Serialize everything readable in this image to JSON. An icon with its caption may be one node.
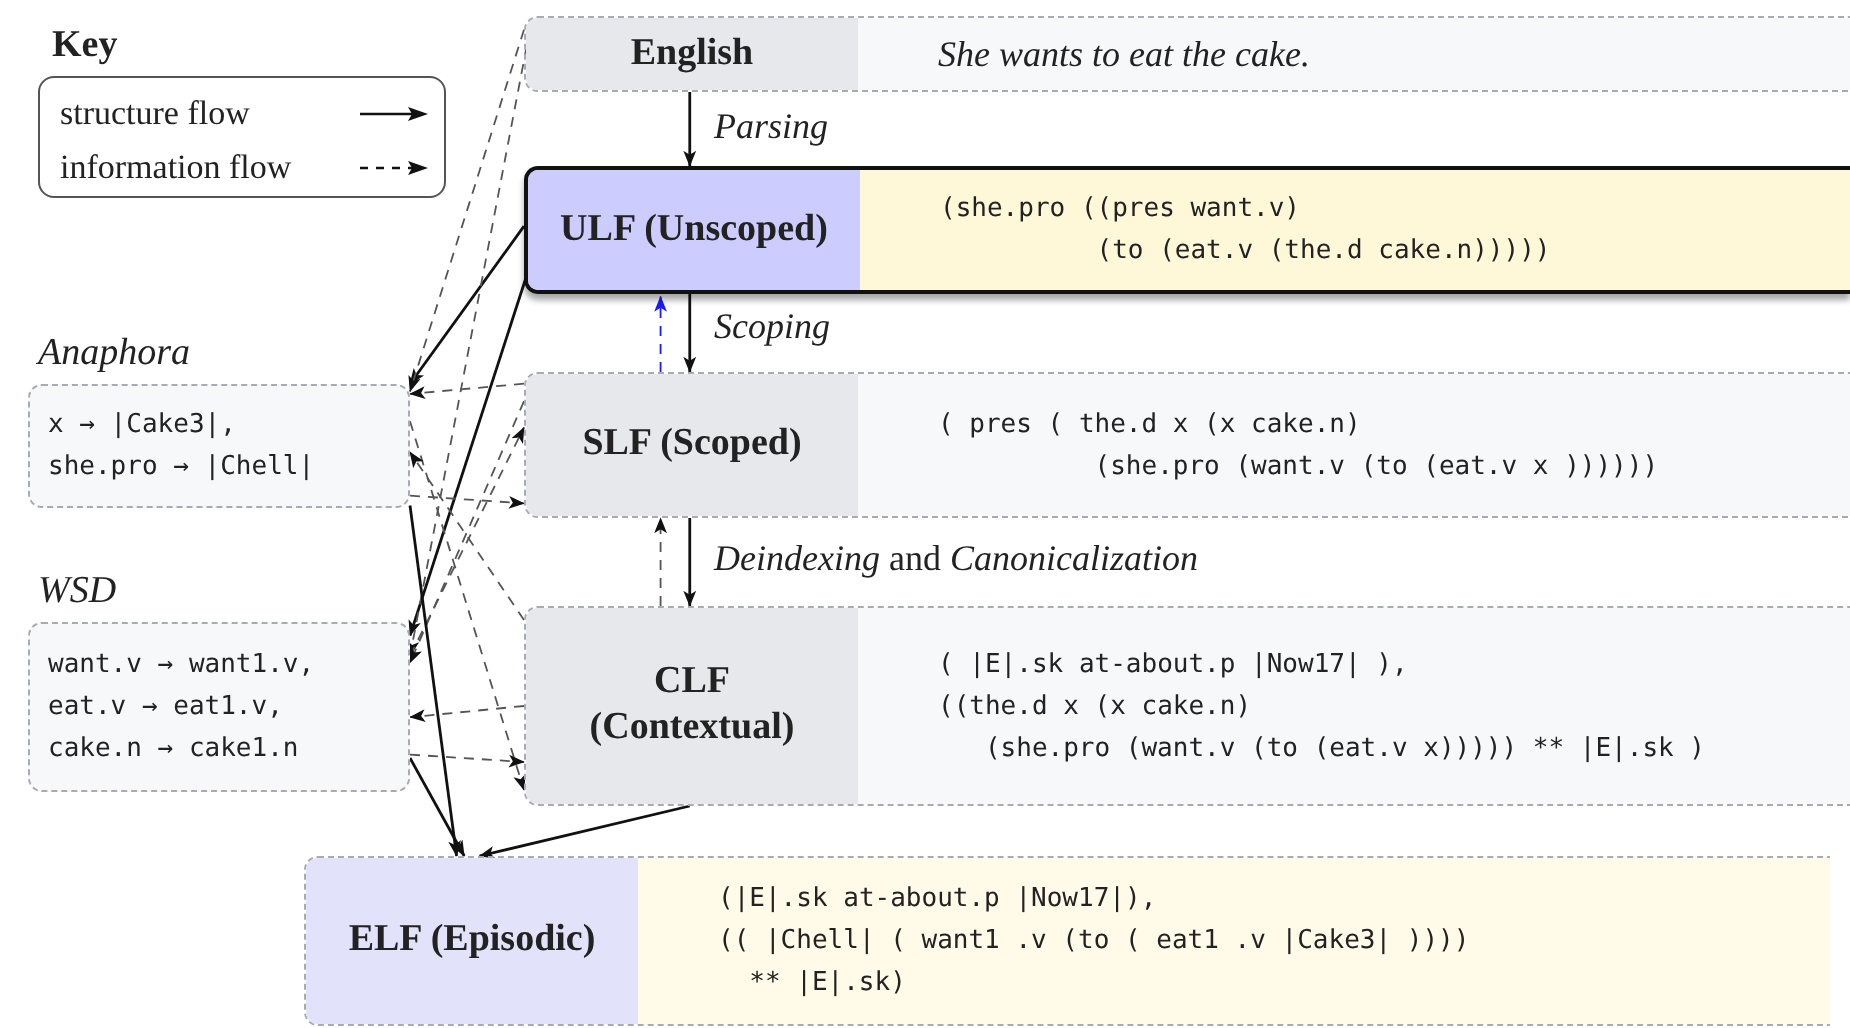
{
  "diagram": {
    "nodes": [
      {
        "text": [
          "English",
          "She wants to eat the cake."
        ]
      },
      {
        "text": [
          "ULF (Unscoped)",
          "(she.pro ((pres want.v)",
          "(to (eat.v (the.d cake.n)))))"
        ]
      },
      {
        "text": [
          "SLF (Scoped)",
          "( pres ( the.d x (x cake.n)",
          "(she.pro (want.v (to (eat.v x ))))))"
        ]
      },
      {
        "text": [
          "CLF (Contextual)",
          "( |E|.sk at-about.p |Now17| ),",
          "((the.d x (x cake.n)",
          "(she.pro (want.v (to (eat.v x))))) ** |E|.sk )"
        ]
      },
      {
        "text": [
          "Anaphora",
          "x → |Cake3|,",
          "she.pro → |Chell|"
        ]
      },
      {
        "text": [
          "WSD",
          "want.v → want1.v,",
          "eat.v → eat1.v,",
          "cake.n → cake1.n"
        ]
      },
      {
        "text": [
          "ELF (Episodic)",
          "(|E|.sk at-about.p |Now17|),",
          "(( |Chell| ( want1 .v (to ( eat1 .v |Cake3| ))))",
          "** |E|.sk)"
        ]
      }
    ],
    "edges": [
      {
        "from": 0,
        "to": 1,
        "arrow": "to",
        "label": "*Parsing*"
      },
      {
        "from": 1,
        "to": 2,
        "arrow": "to",
        "label": "*Scoping*"
      },
      {
        "from": 2,
        "to": 1,
        "arrow": "to",
        "style": "dashed",
        "color": "#1a1aff"
      },
      {
        "from": 2,
        "to": 3,
        "arrow": "to",
        "label": "*Deindexing* and *Canonicalization*"
      },
      {
        "from": 3,
        "to": 2,
        "arrow": "to",
        "style": "dashed"
      },
      {
        "from": 1,
        "to": 4,
        "arrow": "to"
      },
      {
        "from": 1,
        "to": 5,
        "arrow": "to"
      },
      {
        "from": 0,
        "to": 4,
        "arrow": "to",
        "style": "dashed"
      },
      {
        "from": 0,
        "to": 5,
        "arrow": "to",
        "style": "dashed"
      },
      {
        "from": 2,
        "to": 4,
        "arrow": "to",
        "style": "dashed"
      },
      {
        "from": 4,
        "to": 2,
        "arrow": "to",
        "style": "dashed"
      },
      {
        "from": 4,
        "to": 3,
        "arrow": "to",
        "style": "dashed"
      },
      {
        "from": 3,
        "to": 4,
        "arrow": "to",
        "style": "dashed"
      },
      {
        "from": 5,
        "to": 2,
        "arrow": "to",
        "style": "dashed"
      },
      {
        "from": 2,
        "to": 5,
        "arrow": "to",
        "style": "dashed"
      },
      {
        "from": 5,
        "to": 3,
        "arrow": "to",
        "style": "dashed"
      },
      {
        "from": 3,
        "to": 5,
        "arrow": "to",
        "style": "dashed"
      },
      {
        "from": 4,
        "to": 6,
        "arrow": "to"
      },
      {
        "from": 5,
        "to": 6,
        "arrow": "to"
      },
      {
        "from": 3,
        "to": 6,
        "arrow": "to"
      }
    ],
    "labels": [
      "Key"
    ],
    "legend": [
      {
        "text": "structure flow"
      },
      {
        "text": "information flow"
      }
    ]
  }
}
